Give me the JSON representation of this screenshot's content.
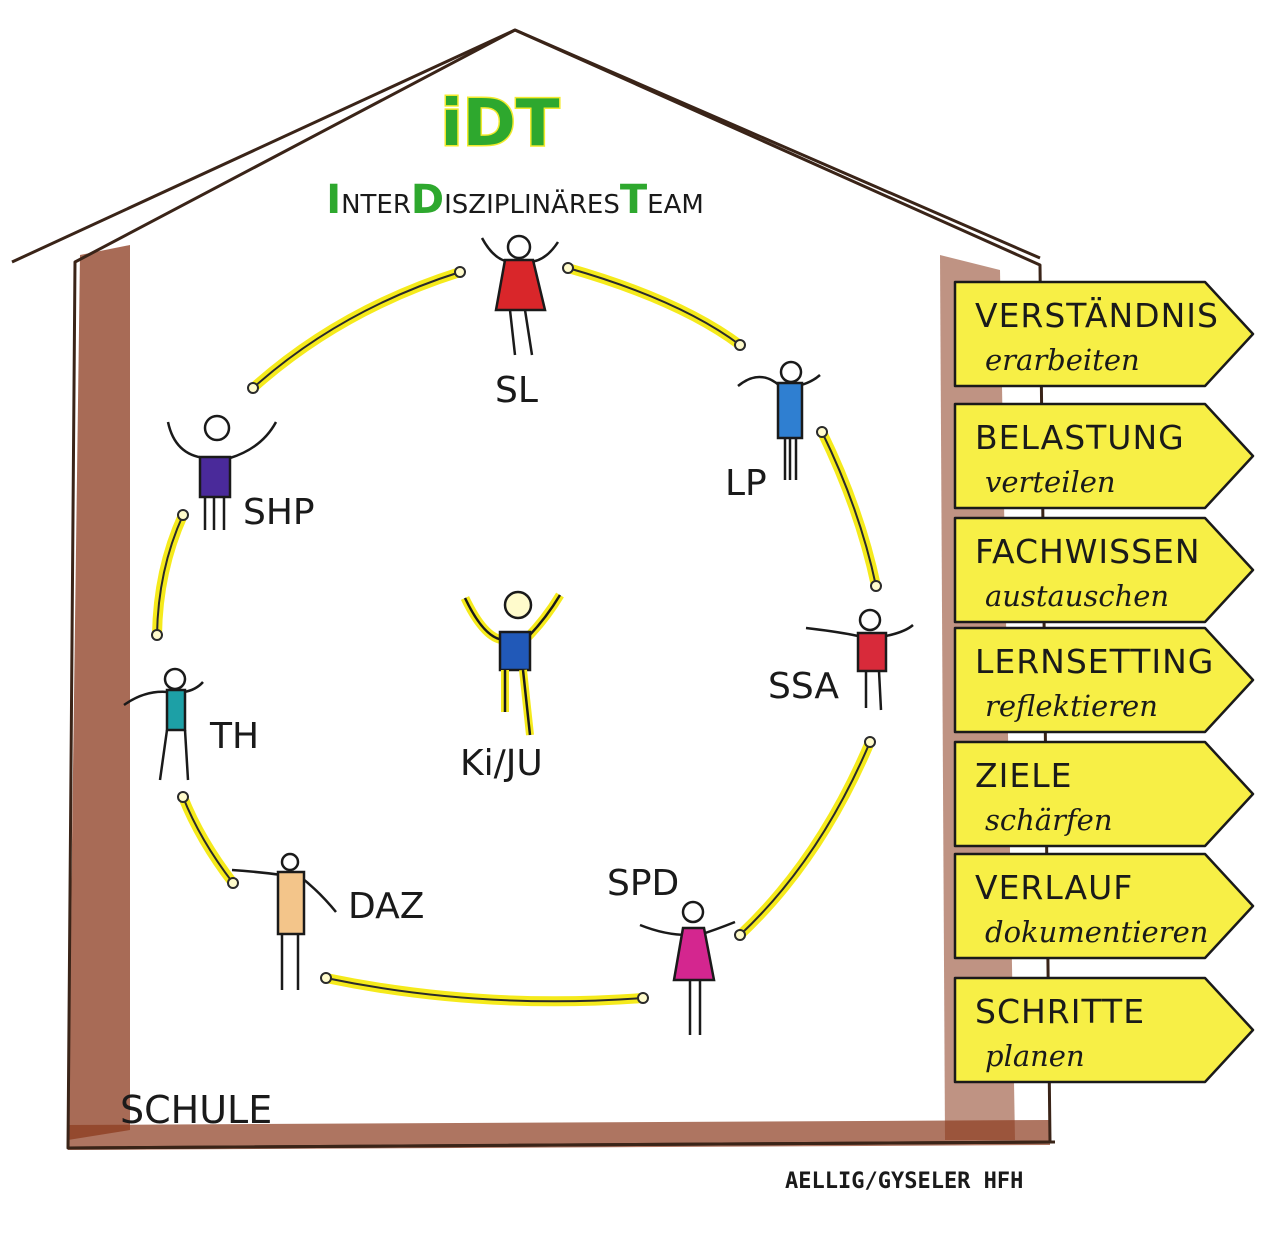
{
  "title": {
    "abbr": "iDT",
    "full_parts": [
      {
        "text": "I",
        "color": "#2ea82e",
        "cap": true
      },
      {
        "text": "NTER",
        "color": "#1a1a1a",
        "cap": false
      },
      {
        "text": "D",
        "color": "#2ea82e",
        "cap": true
      },
      {
        "text": "ISZIPLINÄRES",
        "color": "#1a1a1a",
        "cap": false
      },
      {
        "text": "T",
        "color": "#2ea82e",
        "cap": true
      },
      {
        "text": "EAM",
        "color": "#1a1a1a",
        "cap": false
      }
    ]
  },
  "roles": {
    "sl": "SL",
    "lp": "LP",
    "ssa": "SSA",
    "spd": "SPD",
    "daz": "DAZ",
    "th": "TH",
    "shp": "SHP",
    "center": "Ki/JU"
  },
  "signs": [
    {
      "main": "VERSTÄNDNIS",
      "sub": "erarbeiten"
    },
    {
      "main": "BELASTUNG",
      "sub": "verteilen"
    },
    {
      "main": "FACHWISSEN",
      "sub": "austauschen"
    },
    {
      "main": "LERNSETTING",
      "sub": "reflektieren"
    },
    {
      "main": "ZIELE",
      "sub": "schärfen"
    },
    {
      "main": "VERLAUF",
      "sub": "dokumentieren"
    },
    {
      "main": "SCHRITTE",
      "sub": "planen"
    }
  ],
  "house_label": "SCHULE",
  "credit": "AELLIG/GYSELER HFH",
  "colors": {
    "wall": "#8b3a1e",
    "connector": "#f5ea1c",
    "sign": "#f7ef46",
    "title_green": "#2ea82e",
    "title_yellow": "#f2ea2c",
    "sl_shirt": "#d9262a",
    "lp_shirt": "#2f7fd1",
    "ssa_shirt": "#d82a3a",
    "spd_shirt": "#d4268f",
    "daz_shirt": "#f3c58a",
    "th_shirt": "#1da0a6",
    "shp_shirt": "#4a2a9a",
    "center_shirt": "#2159b8"
  }
}
